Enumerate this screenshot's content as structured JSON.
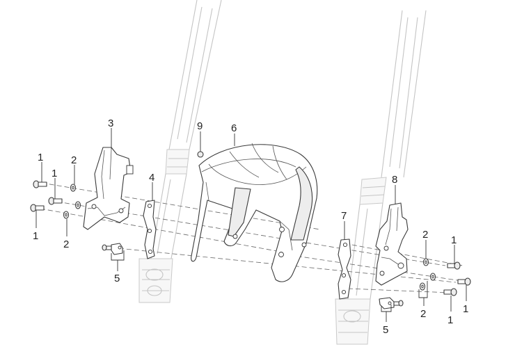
{
  "callouts": [
    {
      "id": "c1a",
      "label": "1"
    },
    {
      "id": "c1b",
      "label": "1"
    },
    {
      "id": "c1c",
      "label": "1"
    },
    {
      "id": "c1d",
      "label": "1"
    },
    {
      "id": "c1e",
      "label": "1"
    },
    {
      "id": "c1f",
      "label": "1"
    },
    {
      "id": "c2a",
      "label": "2"
    },
    {
      "id": "c2b",
      "label": "2"
    },
    {
      "id": "c2c",
      "label": "2"
    },
    {
      "id": "c2d",
      "label": "2"
    },
    {
      "id": "c3",
      "label": "3"
    },
    {
      "id": "c4",
      "label": "4"
    },
    {
      "id": "c5a",
      "label": "5"
    },
    {
      "id": "c5b",
      "label": "5"
    },
    {
      "id": "c6",
      "label": "6"
    },
    {
      "id": "c7",
      "label": "7"
    },
    {
      "id": "c8",
      "label": "8"
    },
    {
      "id": "c9",
      "label": "9"
    }
  ]
}
